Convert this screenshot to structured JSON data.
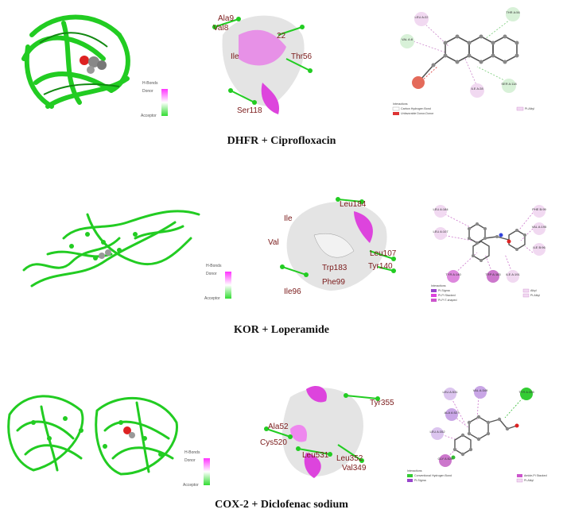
{
  "hbond_legend": {
    "title": "H-Bonds",
    "donor": "Donor",
    "acceptor": "Acceptor"
  },
  "interactions_title": "Interactions",
  "rows": [
    {
      "caption": "DHFR + Ciprofloxacin",
      "pocket_labels": [
        "Ala9",
        "Val8",
        "22",
        "Ile",
        "Thr56",
        "Ser118"
      ],
      "residues": [
        "LEU A:22",
        "THR A:56",
        "VAL A:8",
        "ILE A:28",
        "SER A:118"
      ],
      "legend_items": [
        "Carbon Hydrogen Bond",
        "Unfavorable Donor-Donor"
      ],
      "legend_items_right": [
        "Pi-Alkyl"
      ]
    },
    {
      "caption": "KOR + Loperamide",
      "pocket_labels": [
        "Leu184",
        "Ile",
        "Val",
        "Leu107",
        "Trp183",
        "Tyr140",
        "Phe99",
        "Ile96"
      ],
      "residues": [
        "LEU A:184",
        "PHE B:99",
        "LEU A:107",
        "VAL A:195",
        "ILE B:96",
        "TYR A:140",
        "TRP A:183",
        "ILE A:191"
      ],
      "legend_items": [
        "Pi-Sigma",
        "Pi-Pi Stacked",
        "Pi-Pi T-shaped"
      ],
      "legend_items_right": [
        "Alkyl",
        "Pi-Alkyl"
      ]
    },
    {
      "caption": "COX-2 + Diclofenac sodium",
      "pocket_labels": [
        "Tyr355",
        "Ala52",
        "Cys520",
        "Leu352",
        "Leu531",
        "Val349"
      ],
      "residues": [
        "LEU A:531",
        "VAL A:349",
        "TYR A:355",
        "ALA A:527",
        "LEU A:352",
        "GLY A:526"
      ],
      "legend_items": [
        "Conventional Hydrogen Bond",
        "Pi-Sigma"
      ],
      "legend_items_right": [
        "Amide-Pi Stacked",
        "Pi-Alkyl"
      ]
    }
  ],
  "colors": {
    "protein": "#22dd22",
    "donor": "#ff33ff",
    "acceptor": "#33dd33",
    "label": "#7a1a1a"
  }
}
